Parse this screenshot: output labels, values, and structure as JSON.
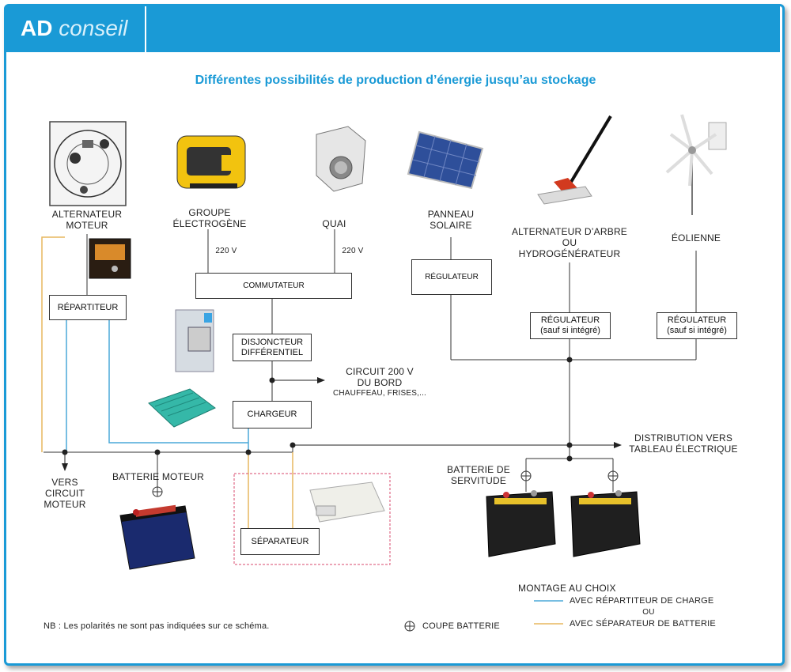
{
  "header": {
    "brand_bold": "AD",
    "brand_light": "conseil"
  },
  "title": "Différentes possibilités de production d’énergie jusqu’au stockage",
  "sources": {
    "alternator": [
      "ALTERNATEUR",
      "MOTEUR"
    ],
    "generator": [
      "GROUPE",
      "ÉLECTROGÈNE"
    ],
    "quay": "QUAI",
    "solar": [
      "PANNEAU",
      "SOLAIRE"
    ],
    "shaft": [
      "ALTERNATEUR D’ARBRE",
      "OU",
      "HYDROGÉNÉRATEUR"
    ],
    "wind": "ÉOLIENNE"
  },
  "voltage_left": "220 V",
  "voltage_right": "220 V",
  "boxes": {
    "commutateur": "COMMUTATEUR",
    "regulateur_solar": "RÉGULATEUR",
    "repartiteur": "RÉPARTITEUR",
    "disjoncteur": [
      "DISJONCTEUR",
      "DIFFÉRENTIEL"
    ],
    "regulateur_shaft": [
      "RÉGULATEUR",
      "(sauf si intégré)"
    ],
    "regulateur_wind": [
      "RÉGULATEUR",
      "(sauf si intégré)"
    ],
    "chargeur": "CHARGEUR",
    "separateur": "SÉPARATEUR"
  },
  "circuit": [
    "CIRCUIT 200 V",
    "DU BORD",
    "CHAUFFEAU, FRISES,..."
  ],
  "distribution": [
    "DISTRIBUTION VERS",
    "TABLEAU ÉLECTRIQUE"
  ],
  "vers_circuit": [
    "VERS",
    "CIRCUIT",
    "MOTEUR"
  ],
  "batterie_moteur": "BATTERIE MOTEUR",
  "batterie_servitude": [
    "BATTERIE DE",
    "SERVITUDE"
  ],
  "legend": {
    "title": "MONTAGE AU CHOIX",
    "blue_label": "AVEC RÉPARTITEUR DE CHARGE",
    "ou": "OU",
    "orange_label": "AVEC SÉPARATEUR DE BATTERIE",
    "coupe": "COUPE BATTERIE",
    "blue_color": "#4aa8d8",
    "orange_color": "#e7b75f"
  },
  "nb": "NB : Les polarités ne sont pas indiquées sur ce schéma."
}
